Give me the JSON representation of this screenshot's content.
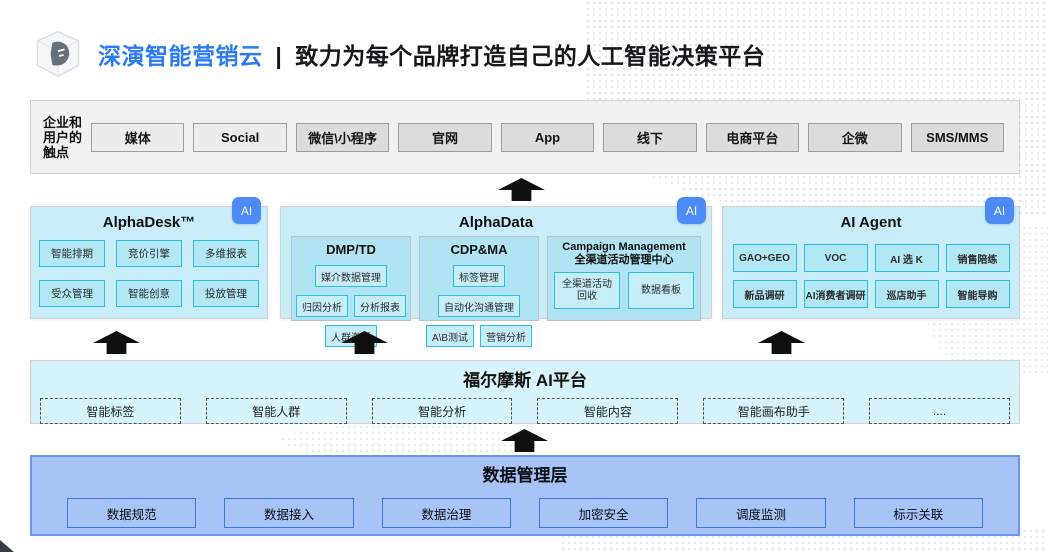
{
  "header": {
    "brand": "深演智能营销云",
    "divider": "|",
    "tagline": "致力为每个品牌打造自己的人工智能决策平台"
  },
  "touchpoints": {
    "label": "企业和用户的触点",
    "items": [
      "媒体",
      "Social",
      "微信\\小程序",
      "官网",
      "App",
      "线下",
      "电商平台",
      "企微",
      "SMS/MMS"
    ]
  },
  "panels": {
    "ai_badge": "AI",
    "alphadesk": {
      "title": "AlphaDesk™",
      "items": [
        "智能排期",
        "竞价引擎",
        "多维报表",
        "受众管理",
        "智能创意",
        "投放管理"
      ]
    },
    "alphadata": {
      "title": "AlphaData",
      "subpanels": [
        {
          "title": "DMP/TD",
          "items": [
            "媒介数据管理",
            "归因分析",
            "分析报表",
            "人群激活"
          ]
        },
        {
          "title": "CDP&MA",
          "items": [
            "标签管理",
            "自动化沟通管理",
            "A\\B测试",
            "营销分析"
          ]
        },
        {
          "title_line1": "Campaign Management",
          "title_line2": "全渠道活动管理中心",
          "items": [
            "全渠道活动回收",
            "数据看板"
          ]
        }
      ]
    },
    "ai_agent": {
      "title": "AI Agent",
      "items": [
        "GAO+GEO",
        "VOC",
        "AI 选 K",
        "销售陪练",
        "新品调研",
        "AI消费者调研",
        "巡店助手",
        "智能导购"
      ]
    }
  },
  "holmes": {
    "title": "福尔摩斯 AI平台",
    "items": [
      "智能标签",
      "智能人群",
      "智能分析",
      "智能内容",
      "智能画布助手",
      "...."
    ]
  },
  "data_layer": {
    "title": "数据管理层",
    "items": [
      "数据规范",
      "数据接入",
      "数据治理",
      "加密安全",
      "调度监测",
      "标示关联"
    ]
  },
  "colors": {
    "brand_blue": "#2b7bf3",
    "badge_blue": "#4c8bf5",
    "panel_cyan": "#c9edf8",
    "chip_border_cyan": "#29c0de",
    "data_layer_blue": "#a8c4f7",
    "data_layer_border": "#3d74e6",
    "arrow_black": "#0f0f0f"
  }
}
